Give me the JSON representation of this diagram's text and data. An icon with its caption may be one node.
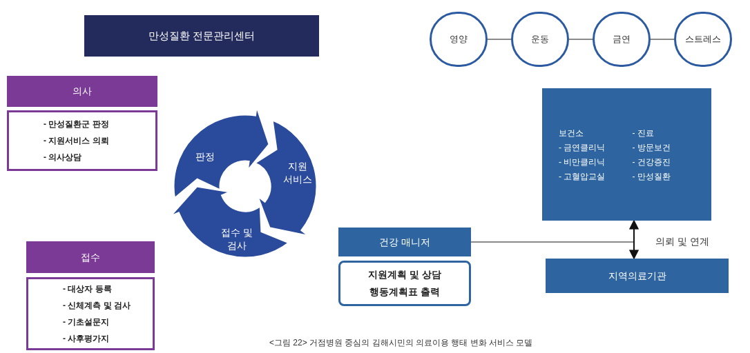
{
  "diagram": {
    "caption": "<그림 22> 거점병원 중심의 김해시민의 의료이용 행태 변화 서비스 모델",
    "nodes": [
      {
        "text": [
          "만성질환 전문관리센터"
        ]
      },
      {
        "text": [
          "영양"
        ]
      },
      {
        "text": [
          "운동"
        ]
      },
      {
        "text": [
          "금연"
        ]
      },
      {
        "text": [
          "스트레스"
        ]
      },
      {
        "text": [
          "의사"
        ]
      },
      {
        "text": [
          "- 만성질환군 판정",
          "- 지원서비스 의뢰",
          "- 의사상담"
        ]
      },
      {
        "text": [
          "판정",
          "지원 서비스",
          "접수 및 검사"
        ]
      },
      {
        "text": [
          "접수"
        ]
      },
      {
        "text": [
          "- 대상자 등록",
          "- 신체계측 및 검사",
          "- 기초설문지",
          "- 사후평가지"
        ]
      },
      {
        "text": [
          "보건소",
          "- 진료",
          "- 금연클리닉",
          "- 방문보건",
          "- 비만클리닉",
          "- 건강증진",
          "- 고혈압교실",
          "- 만성질환"
        ]
      },
      {
        "text": [
          "건강 매니저"
        ]
      },
      {
        "text": [
          "지원계획 및 상담",
          "행동계획표 출력"
        ]
      },
      {
        "text": [
          "지역의료기관"
        ]
      }
    ],
    "edges": [
      {
        "from": 1,
        "to": 2,
        "arrow": "none"
      },
      {
        "from": 2,
        "to": 3,
        "arrow": "none"
      },
      {
        "from": 3,
        "to": 4,
        "arrow": "none"
      },
      {
        "from": 10,
        "to": 13,
        "arrow": "both",
        "label": "의뢰 및 연계",
        "color": "#111111"
      },
      {
        "from": 11,
        "to": 10,
        "arrow": "to"
      },
      {
        "from": 11,
        "to": 13,
        "arrow": "to"
      }
    ]
  }
}
